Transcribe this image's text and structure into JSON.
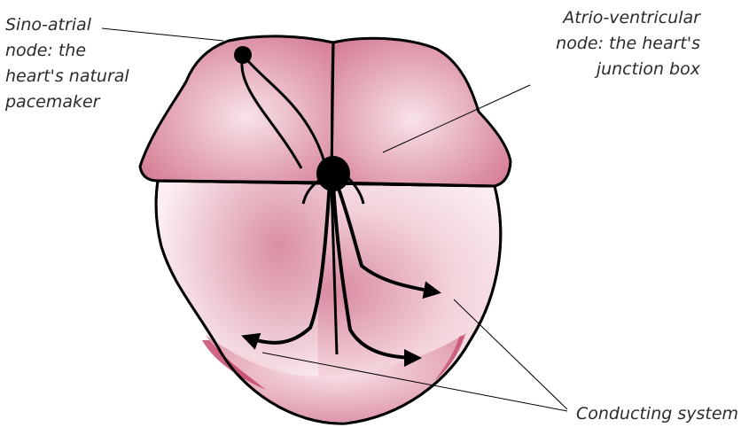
{
  "labels": {
    "sino_atrial": [
      "Sino-atrial",
      "node: the",
      "heart's natural",
      "pacemaker"
    ],
    "atrio_ventricular": [
      "Atrio-ventricular",
      "node: the heart's",
      "junction box"
    ],
    "conducting_system": "Conducting system"
  },
  "colors": {
    "upper_chamber": "#d9849a",
    "lower_chamber": "#e8a9b8",
    "highlight": "#f6dde3",
    "accent": "#c0335c",
    "outline": "#000000",
    "text": "#2b2b2b"
  }
}
